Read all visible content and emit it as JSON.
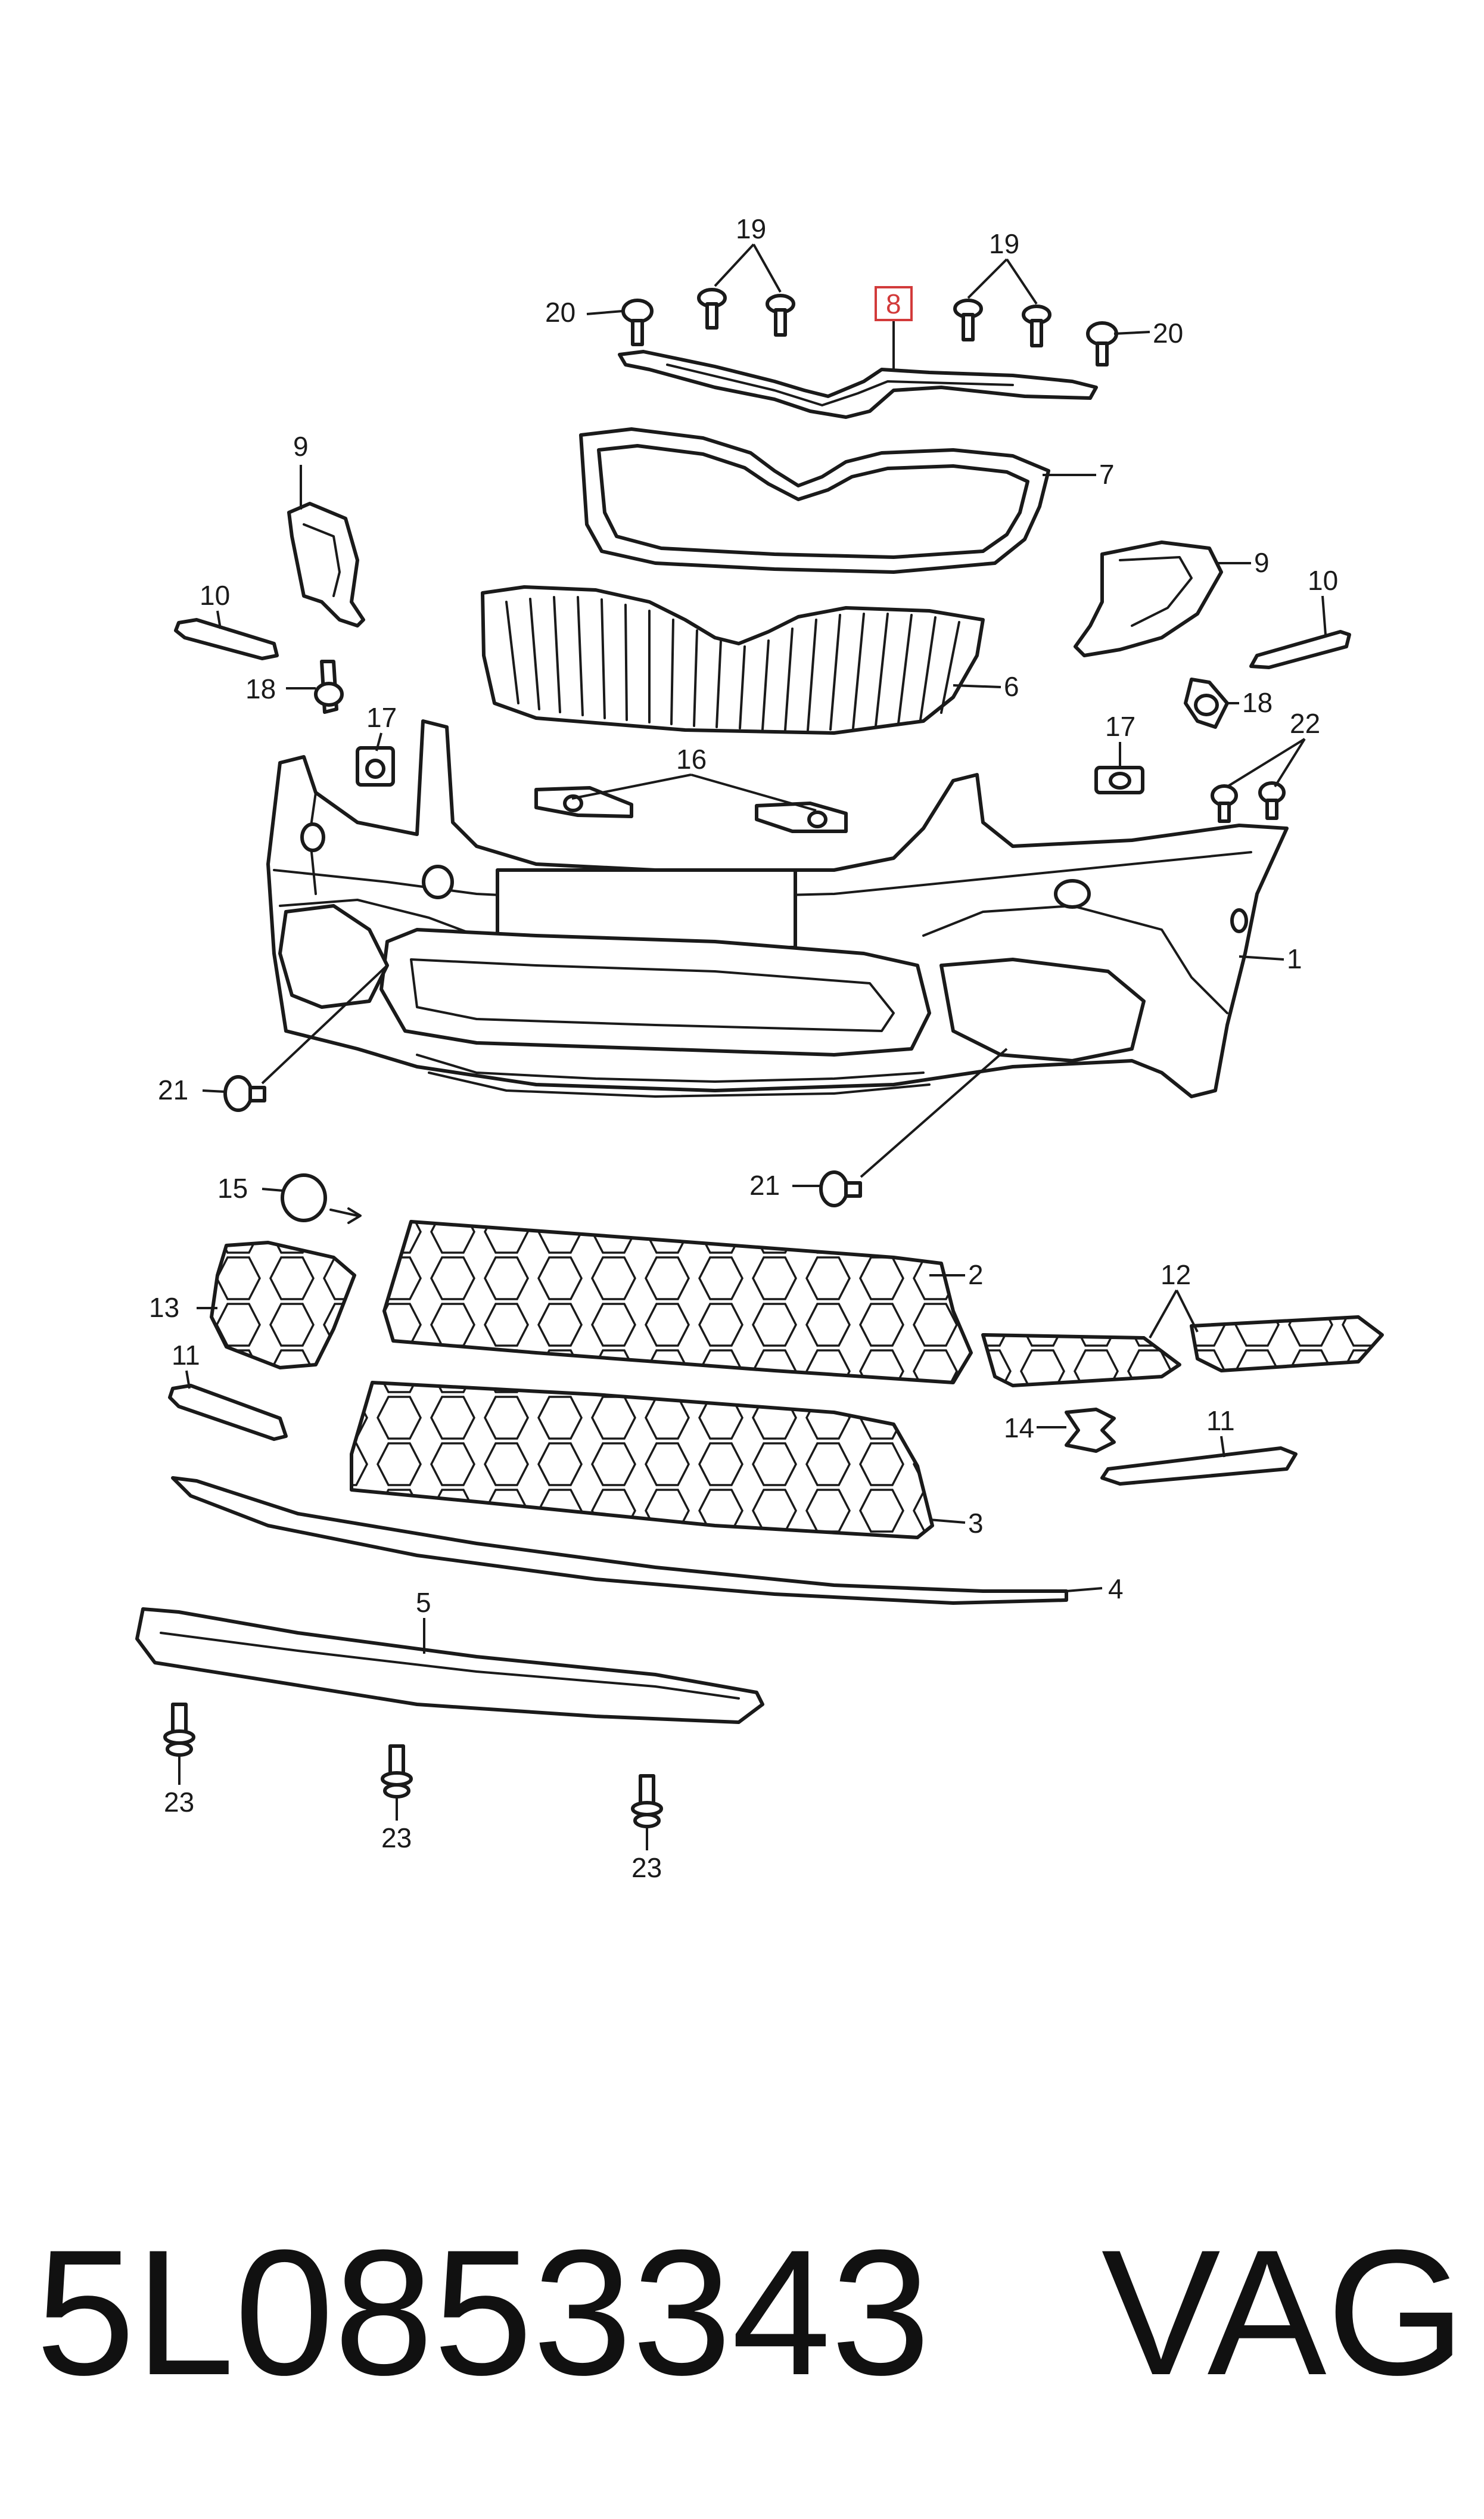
{
  "callouts": {
    "c1": "1",
    "c2": "2",
    "c3": "3",
    "c4": "4",
    "c5": "5",
    "c6": "6",
    "c7": "7",
    "c8": "8",
    "c9a": "9",
    "c9b": "9",
    "c10a": "10",
    "c10b": "10",
    "c11a": "11",
    "c11b": "11",
    "c12": "12",
    "c13": "13",
    "c14": "14",
    "c15": "15",
    "c16": "16",
    "c17a": "17",
    "c17b": "17",
    "c18a": "18",
    "c18b": "18",
    "c19a": "19",
    "c19b": "19",
    "c20a": "20",
    "c20b": "20",
    "c21a": "21",
    "c21b": "21",
    "c22": "22",
    "c23a": "23",
    "c23b": "23",
    "c23c": "23"
  },
  "highlight": {
    "callout": "8",
    "color": "#d23a3a"
  },
  "caption": {
    "part_number": "5L0853343",
    "brand": "VAG"
  },
  "colors": {
    "line": "#1a1a1a",
    "background": "#ffffff",
    "highlight": "#d23a3a"
  }
}
